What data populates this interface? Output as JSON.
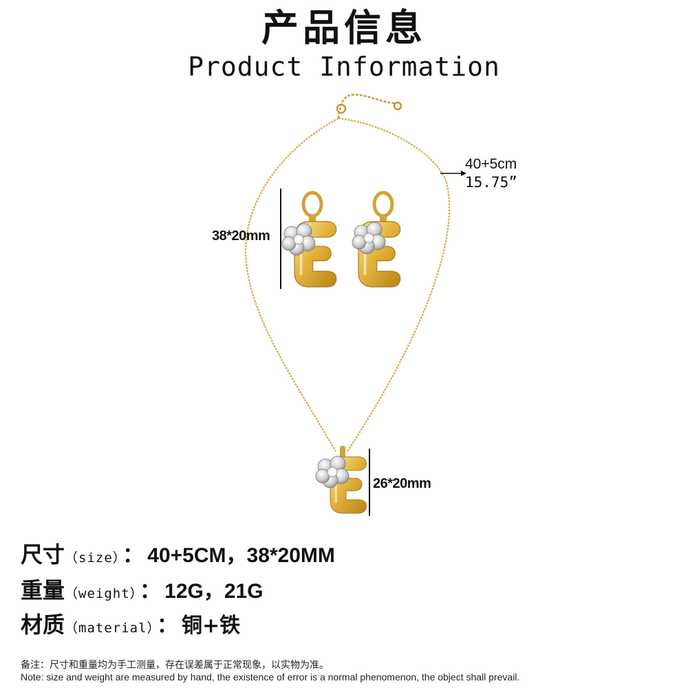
{
  "header": {
    "title_cn": "产品信息",
    "title_en": "Product Information"
  },
  "dimensions": {
    "chain_length_cm": "40+5cm",
    "chain_length_in": "15.75”",
    "earring_size": "38*20mm",
    "pendant_size": "26*20mm"
  },
  "specs": {
    "size": {
      "label_cn": "尺寸",
      "label_en": "（size）",
      "colon": "：",
      "value": "40+5CM，38*20MM"
    },
    "weight": {
      "label_cn": "重量",
      "label_en": "（weight）",
      "colon": "：",
      "value": "12G，21G"
    },
    "material": {
      "label_cn": "材质",
      "label_en": "（material）",
      "colon": "：",
      "value": "铜+铁"
    }
  },
  "notes": {
    "cn": "备注：尺寸和重量均为手工测量，存在误差属于正常现象，以实物为准。",
    "en": "Note: size and weight are measured by hand, the existence of error is a normal phenomenon, the object shall prevail."
  },
  "colors": {
    "gold": "#d9a82e",
    "gold_light": "#f6dc8a",
    "silver": "#c9c9c9",
    "text": "#111111"
  },
  "icons": {
    "earrings": "letter-e-earring-icon",
    "pendant": "letter-e-pendant-icon",
    "flower": "flower-charm-icon"
  }
}
